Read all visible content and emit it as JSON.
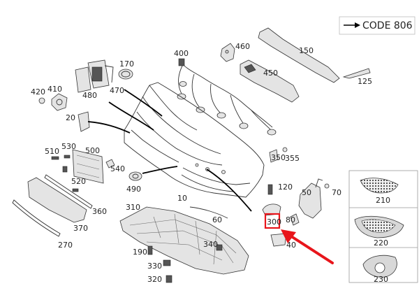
{
  "code_box": {
    "text": "CODE 806"
  },
  "labels": {
    "l100": "10",
    "l20": "20",
    "l40": "40",
    "l50": "50",
    "l60": "60",
    "l70": "70",
    "l80": "80",
    "l120": "120",
    "l125": "125",
    "l150": "150",
    "l170": "170",
    "l190": "190",
    "l210": "210",
    "l220": "220",
    "l230": "230",
    "l270": "270",
    "l300": "300",
    "l310": "310",
    "l320": "320",
    "l330": "330",
    "l340": "340",
    "l350": "350",
    "l355": "355",
    "l360": "360",
    "l370": "370",
    "l400": "400",
    "l410": "410",
    "l420": "420",
    "l450": "450",
    "l460": "460",
    "l470": "470",
    "l480": "480",
    "l490": "490",
    "l500": "500",
    "l510": "510",
    "l520": "520",
    "l530": "530",
    "l540": "540"
  },
  "colors": {
    "highlight": "#e8151b",
    "ink": "#222222",
    "part_fill": "#e4e4e4"
  }
}
